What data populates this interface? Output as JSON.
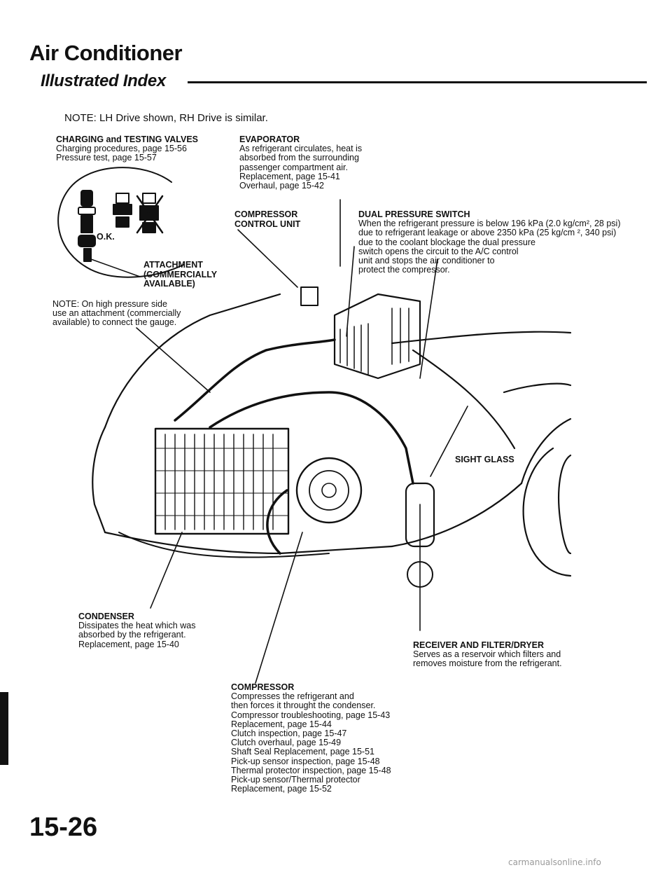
{
  "header": {
    "title": "Air Conditioner",
    "subtitle": "Illustrated Index"
  },
  "note_top": "NOTE: LH Drive shown, RH Drive is similar.",
  "callouts": {
    "charging": {
      "heading": "CHARGING and TESTING VALVES",
      "lines": [
        "Charging procedures, page 15-56",
        "Pressure test, page 15-57"
      ]
    },
    "evaporator": {
      "heading": "EVAPORATOR",
      "lines": [
        "As refrigerant circulates, heat is",
        "absorbed from the surrounding",
        "passenger compartment air.",
        "Replacement, page 15-41",
        "Overhaul, page 15-42"
      ]
    },
    "compressor_control": {
      "lines": [
        "COMPRESSOR",
        "CONTROL UNIT"
      ]
    },
    "dual_pressure": {
      "heading": "DUAL PRESSURE SWITCH",
      "lines": [
        "When the refrigerant pressure is below 196 kPa (2.0 kg/cm², 28 psi)",
        "due to refrigerant leakage or above 2350 kPa (25 kg/cm ², 340 psi)",
        "due to the coolant blockage the dual pressure",
        "switch opens the circuit to the A/C control",
        "unit and stops the air conditioner to",
        "protect the compressor."
      ]
    },
    "inset": {
      "ok_label": "O.K.",
      "attachment_lines": [
        "ATTACHMENT",
        "(COMMERCIALLY",
        "AVAILABLE)"
      ]
    },
    "note_side": {
      "lines": [
        "NOTE:  On high pressure side",
        "use an attachment (commercially",
        "available) to connect the gauge."
      ]
    },
    "sight_glass": "SIGHT GLASS",
    "condenser": {
      "heading": "CONDENSER",
      "lines": [
        "Dissipates the heat which was",
        "absorbed by the refrigerant.",
        "Replacement, page 15-40"
      ]
    },
    "receiver": {
      "heading": "RECEIVER AND FILTER/DRYER",
      "lines": [
        "Serves as a reservoir which filters and",
        "removes moisture from the refrigerant."
      ]
    },
    "compressor": {
      "heading": "COMPRESSOR",
      "lines": [
        "Compresses the refrigerant and",
        "then forces it throught the condenser.",
        "Compressor troubleshooting, page 15-43",
        "Replacement, page 15-44",
        "Clutch inspection, page 15-47",
        "Clutch overhaul, page 15-49",
        "Shaft Seal Replacement, page 15-51",
        "Pick-up sensor inspection, page 15-48",
        "Thermal protector inspection, page 15-48",
        "Pick-up sensor/Thermal protector",
        "Replacement, page 15-52"
      ]
    }
  },
  "page_number": "15-26",
  "footer": "carmanualsonline.info"
}
